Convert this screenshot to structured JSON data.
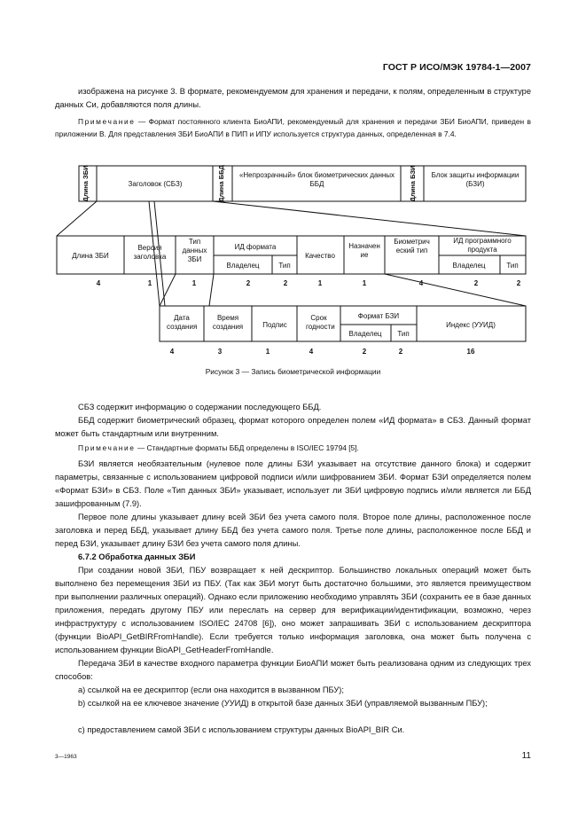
{
  "header": {
    "doc_id": "ГОСТ Р ИСО/МЭК 19784-1—2007"
  },
  "intro": {
    "para": "изображена на рисунке 3. В формате, рекомендуемом для хранения и передачи, к полям, определенным в структуре данных Си, добавляются поля длины.",
    "note_label": "Примечание",
    "note_text": "— Формат постоянного клиента БиоАПИ, рекомендуемый для хранения и передачи ЗБИ БиоАПИ, приведен в приложении В. Для представления ЗБИ БиоАПИ в ПИП и ИПУ используется структура данных, определенная в 7.4."
  },
  "figure": {
    "top_row": [
      "Длина ЗБИ",
      "Заголовок (СБЗ)",
      "Длина ББД",
      "«Непрозрачный» блок биометрических данных ББД",
      "Длина БЗИ",
      "Блок защиты информации (БЗИ)"
    ],
    "mid_row": {
      "length": "Длина ЗБИ",
      "version": "Версия заголовка",
      "data_type": "Тип данных ЗБИ",
      "format_id": "ИД формата",
      "owner": "Владелец",
      "type": "Тип",
      "quality": "Качество",
      "purpose": "Назначение",
      "biometric_type": "Биометрический тип",
      "product_id": "ИД программного продукта",
      "owner2": "Владелец",
      "type2": "Тип"
    },
    "mid_sizes": [
      "4",
      "1",
      "1",
      "2",
      "2",
      "1",
      "1",
      "4",
      "2",
      "2"
    ],
    "bot_row": {
      "created_date": "Дата создания",
      "created_time": "Время создания",
      "signed": "Подпис",
      "validity": "Срок годности",
      "bzi_format": "Формат БЗИ",
      "owner": "Владелец",
      "type": "Тип",
      "index": "Индекс (УУИД)"
    },
    "bot_sizes": [
      "4",
      "3",
      "1",
      "4",
      "2",
      "2",
      "16"
    ],
    "caption": "Рисунок 3 — Запись биометрической информации"
  },
  "body": {
    "p1": "СБЗ содержит информацию о содержании последующего ББД.",
    "p2": "ББД содержит биометрический образец, формат которого определен полем «ИД формата» в СБЗ. Данный формат может быть стандартным или внутренним.",
    "note2_label": "Примечание",
    "note2_text": "— Стандартные форматы ББД определены в ISO/IEC 19794 [5].",
    "p3": "БЗИ является необязательным (нулевое поле длины БЗИ указывает на отсутствие данного блока) и содержит параметры, связанные с использованием цифровой подписи и/или шифрованием ЗБИ. Формат БЗИ определяется полем «Формат БЗИ» в СБЗ. Поле «Тип данных ЗБИ» указывает, использует ли ЗБИ цифровую подпись и/или является ли ББД зашифрованным (7.9).",
    "p4": "Первое поле длины указывает длину всей ЗБИ без учета самого поля. Второе поле длины, расположенное после заголовка и перед ББД, указывает длину ББД без учета самого поля. Третье поле длины, расположенное после ББД и перед БЗИ, указывает длину БЗИ без учета самого поля длины.",
    "h672": "6.7.2 Обработка данных ЗБИ",
    "p5": "При создании новой ЗБИ, ПБУ возвращает к ней дескриптор. Большинство локальных операций может быть выполнено без перемещения ЗБИ из ПБУ. (Так как ЗБИ могут быть достаточно большими, это является преимуществом при выполнении различных операций). Однако если приложению необходимо управлять ЗБИ (сохранить ее в базе данных приложения, передать другому ПБУ или переслать на сервер для верификации/идентификации, возможно, через инфраструктуру с использованием ISO/IEC 24708 [6]), оно может запрашивать ЗБИ с использованием дескриптора (функции BioAPI_GetBIRFromHandle). Если требуется только информация заголовка, она может быть получена с использованием функции BioAPI_GetHeaderFromHandle.",
    "p6": "Передача ЗБИ в качестве входного параметра функции БиоАПИ может быть реализована одним из следующих трех способов:",
    "la": "а) ссылкой на ее дескриптор (если она находится в вызванном ПБУ);",
    "lb": "b) ссылкой на ее ключевое значение (УУИД) в открытой базе данных ЗБИ (управляемой вызванным ПБУ);",
    "lc": "с) предоставлением самой ЗБИ с использованием структуры данных BioAPI_BIR Си."
  },
  "footer": {
    "left": "3—1963",
    "page": "11"
  }
}
